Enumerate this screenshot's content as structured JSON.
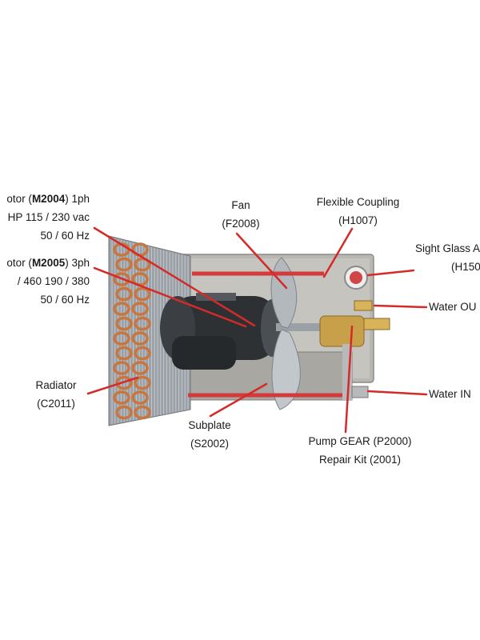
{
  "colors": {
    "leader": "#d42a2a",
    "copper": "#c7763f",
    "plate": "#b9b7b2",
    "fin": "#9aa0a6",
    "motor": "#2e3134",
    "brass": "#c9a04a",
    "hose": "#d43a3a"
  },
  "labels": {
    "motor1ph": {
      "pre": "otor (",
      "code": "M2004",
      "post": ") 1ph",
      "line2": "HP 115 / 230 vac",
      "line3": "50 / 60 Hz"
    },
    "motor3ph": {
      "pre": "otor (",
      "code": "M2005",
      "post": ") 3ph",
      "line2": "/ 460  190 / 380",
      "line3": "50 / 60 Hz"
    },
    "radiator": {
      "name": "Radiator",
      "code": "(C2011)"
    },
    "fan": {
      "name": "Fan",
      "code": "(F2008)"
    },
    "coupling": {
      "name": "Flexible Coupling",
      "code": "(H1007)"
    },
    "sightglass": {
      "name": "Sight Glass A",
      "code": "(H150"
    },
    "waterout": {
      "name": "Water OU"
    },
    "waterin": {
      "name": "Water IN"
    },
    "subplate": {
      "name": "Subplate",
      "code": "(S2002)"
    },
    "pump": {
      "name": "Pump GEAR (P2000)",
      "line2": "Repair Kit (2001)"
    }
  }
}
